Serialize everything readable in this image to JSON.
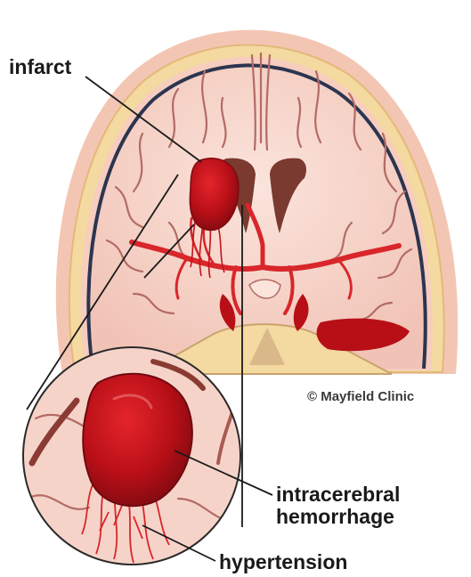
{
  "labels": {
    "infarct": "infarct",
    "intracerebral_line1": "intracerebral",
    "intracerebral_line2": "hemorrhage",
    "hypertension": "hypertension"
  },
  "credit": "© Mayfield Clinic",
  "colors": {
    "skin": "#f3c6b4",
    "bone": "#f4d9a0",
    "dura": "#2c3550",
    "brain": "#f7d6cc",
    "sulcus": "#b36b65",
    "blood": "#c4121a",
    "artery": "#d8262a",
    "ventricle": "#7a3a2f"
  }
}
